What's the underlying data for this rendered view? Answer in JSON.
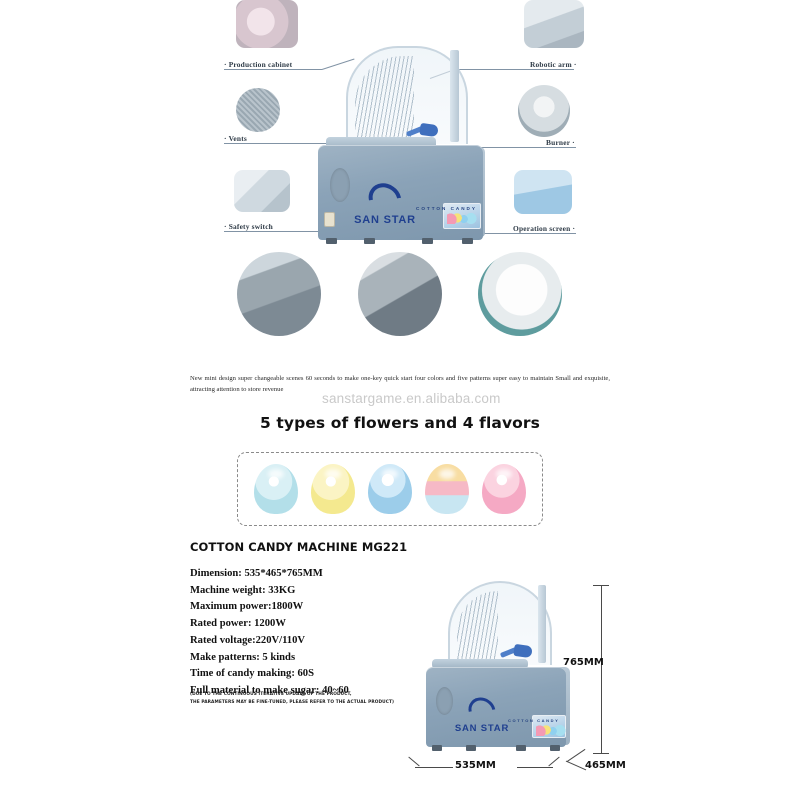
{
  "diagram": {
    "callouts_left": [
      {
        "label": "· Production cabinet",
        "name": "callout-production-cabinet"
      },
      {
        "label": "· Vents",
        "name": "callout-vents"
      },
      {
        "label": "· Safety switch",
        "name": "callout-safety-switch"
      }
    ],
    "callouts_right": [
      {
        "label": "Robotic arm ·",
        "name": "callout-robotic-arm"
      },
      {
        "label": "Burner ·",
        "name": "callout-burner"
      },
      {
        "label": "Operation screen ·",
        "name": "callout-operation-screen"
      }
    ],
    "machine": {
      "brand": "SAN STAR",
      "sub_brand": "COTTON CANDY"
    }
  },
  "description": {
    "text": "New mini design super changeable scenes 60 seconds to make one-key quick start four colors and five patterns super easy to maintain Small and exquisite, attracting attention to store revenue",
    "watermark": "sanstargame.en.alibaba.com"
  },
  "flavors": {
    "title": "5 types of flowers and 4 flavors",
    "swatches": [
      {
        "name": "candy-swatch-cyan",
        "color": "#bfe6ee"
      },
      {
        "name": "candy-swatch-yellow",
        "color": "#f7eeaa"
      },
      {
        "name": "candy-swatch-blue",
        "color": "#a5d4ee"
      },
      {
        "name": "candy-swatch-mixed",
        "color": "#f6d9a0"
      },
      {
        "name": "candy-swatch-pink",
        "color": "#f7b6cd"
      }
    ]
  },
  "specs": {
    "title": "COTTON CANDY MACHINE MG221",
    "items": [
      "Dimension: 535*465*765MM",
      "Machine weight: 33KG",
      "Maximum power:1800W",
      "Rated power: 1200W",
      "Rated voltage:220V/110V",
      "Make patterns: 5 kinds",
      "Time of candy making: 60S",
      "Full material to make sugar: 40~60"
    ],
    "disclaimer_line1": "(DUE TO THE CONTINUOUS ITERATIVE UPDATE OF THE PRODUCT,",
    "disclaimer_line2": "THE PARAMETERS MAY BE FINE-TUNED, PLEASE REFER TO THE ACTUAL PRODUCT)"
  },
  "dimensions": {
    "height": "765MM",
    "width": "535MM",
    "depth": "465MM"
  }
}
